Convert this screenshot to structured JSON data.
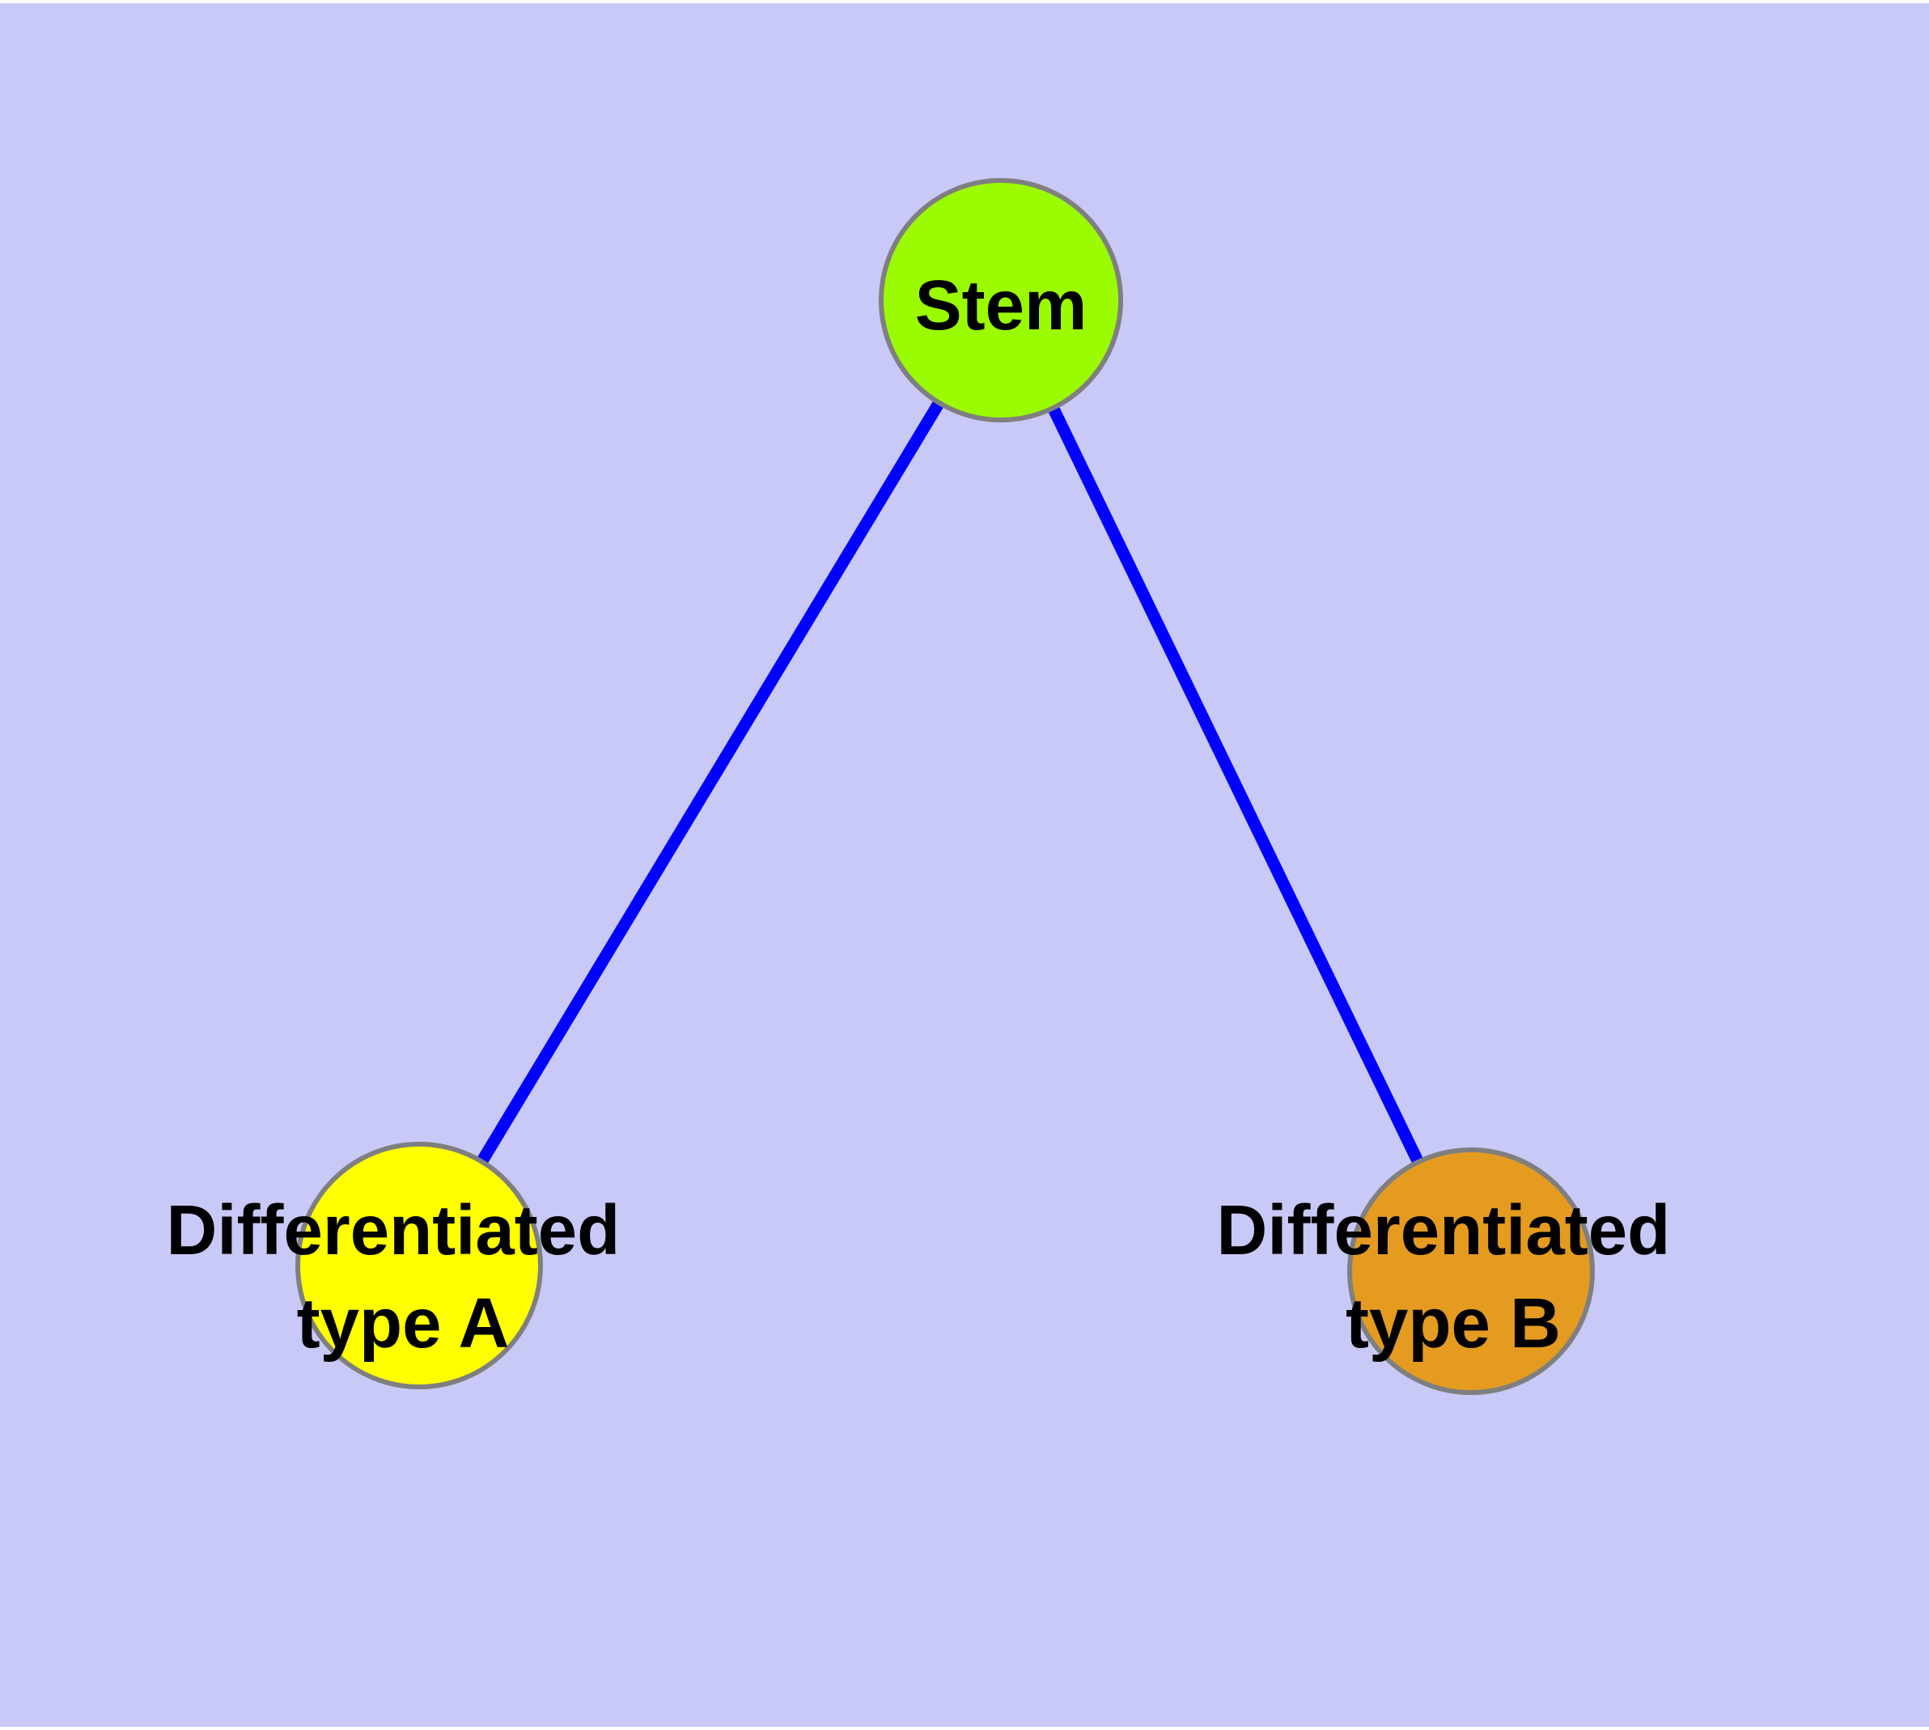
{
  "figure": {
    "frame_color": "#FFFFFF",
    "canvas_color": "#C9C9F8"
  },
  "edge_style": {
    "color": "#0000FF"
  },
  "nodes": {
    "stem": {
      "label": "Stem",
      "fill": "#9BFB00"
    },
    "type_a": {
      "label_line1": "Differentiated",
      "label_line2": "type A",
      "fill": "#FFFF00"
    },
    "type_b": {
      "label_line1": "Differentiated",
      "label_line2": "type B",
      "fill": "#E49B20"
    }
  },
  "edges": [
    {
      "from": "Stem",
      "to": "Differentiated type A"
    },
    {
      "from": "Stem",
      "to": "Differentiated type B"
    }
  ]
}
